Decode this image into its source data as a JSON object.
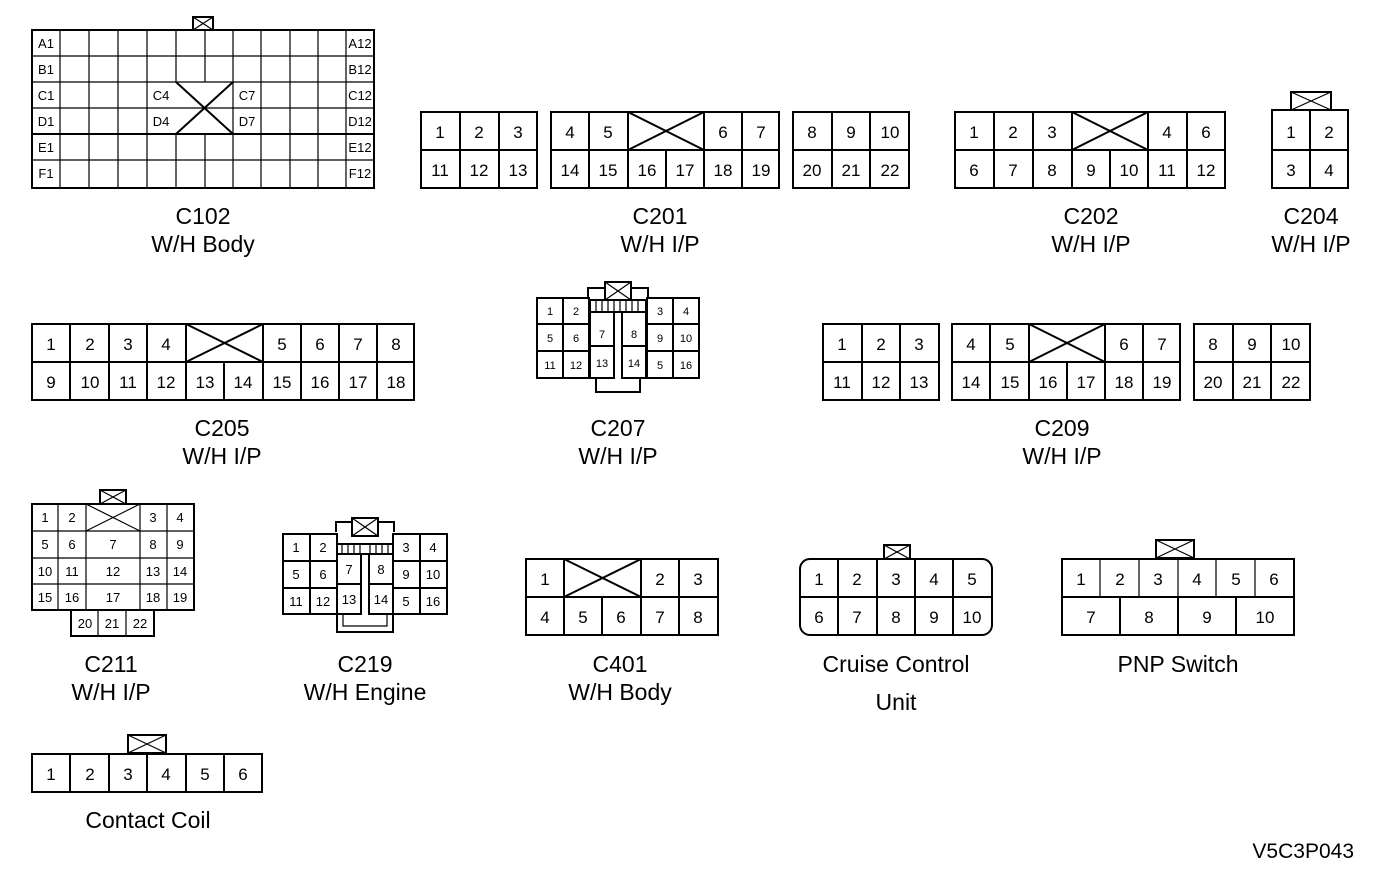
{
  "connectors": {
    "c102": {
      "name": "C102",
      "location": "W/H Body",
      "row_labels_left": [
        "A1",
        "B1",
        "C1",
        "D1",
        "E1",
        "F1"
      ],
      "row_labels_right": [
        "A12",
        "B12",
        "C12",
        "D12",
        "E12",
        "F12"
      ],
      "inner_labels": [
        "C4",
        "D4",
        "C7",
        "D7"
      ]
    },
    "c201": {
      "name": "C201",
      "location": "W/H I/P",
      "top": [
        "1",
        "2",
        "3",
        "4",
        "5",
        "6",
        "7",
        "8",
        "9",
        "10"
      ],
      "bottom": [
        "11",
        "12",
        "13",
        "14",
        "15",
        "16",
        "17",
        "18",
        "19",
        "20",
        "21",
        "22"
      ]
    },
    "c202": {
      "name": "C202",
      "location": "W/H I/P",
      "top": [
        "1",
        "2",
        "3",
        "4",
        "6"
      ],
      "bottom": [
        "6",
        "7",
        "8",
        "9",
        "10",
        "11",
        "12"
      ]
    },
    "c204": {
      "name": "C204",
      "location": "W/H I/P",
      "pins": [
        "1",
        "2",
        "3",
        "4"
      ]
    },
    "c205": {
      "name": "C205",
      "location": "W/H I/P",
      "top": [
        "1",
        "2",
        "3",
        "4",
        "5",
        "6",
        "7",
        "8"
      ],
      "bottom": [
        "9",
        "10",
        "11",
        "12",
        "13",
        "14",
        "15",
        "16",
        "17",
        "18"
      ]
    },
    "c207": {
      "name": "C207",
      "location": "W/H I/P",
      "pins": [
        "1",
        "2",
        "3",
        "4",
        "5",
        "6",
        "7",
        "8",
        "9",
        "10",
        "11",
        "12",
        "13",
        "14",
        "5",
        "16"
      ]
    },
    "c209": {
      "name": "C209",
      "location": "W/H I/P",
      "top": [
        "1",
        "2",
        "3",
        "4",
        "5",
        "6",
        "7",
        "8",
        "9",
        "10"
      ],
      "bottom": [
        "11",
        "12",
        "13",
        "14",
        "15",
        "16",
        "17",
        "18",
        "19",
        "20",
        "21",
        "22"
      ]
    },
    "c211": {
      "name": "C211",
      "location": "W/H I/P",
      "pins": [
        "1",
        "2",
        "3",
        "4",
        "5",
        "6",
        "7",
        "8",
        "9",
        "10",
        "11",
        "12",
        "13",
        "14",
        "15",
        "16",
        "17",
        "18",
        "19",
        "20",
        "21",
        "22"
      ]
    },
    "c219": {
      "name": "C219",
      "location": "W/H Engine",
      "pins": [
        "1",
        "2",
        "3",
        "4",
        "5",
        "6",
        "7",
        "8",
        "9",
        "10",
        "11",
        "12",
        "13",
        "14",
        "5",
        "16"
      ]
    },
    "c401": {
      "name": "C401",
      "location": "W/H Body",
      "top": [
        "1",
        "2",
        "3"
      ],
      "bottom": [
        "4",
        "5",
        "6",
        "7",
        "8"
      ]
    },
    "cruise": {
      "name": "Cruise Control",
      "location": "Unit",
      "top": [
        "1",
        "2",
        "3",
        "4",
        "5"
      ],
      "bottom": [
        "6",
        "7",
        "8",
        "9",
        "10"
      ]
    },
    "pnp": {
      "name": "PNP Switch",
      "top": [
        "1",
        "2",
        "3",
        "4",
        "5",
        "6"
      ],
      "bottom": [
        "7",
        "8",
        "9",
        "10"
      ]
    },
    "contact": {
      "name": "Contact Coil",
      "pins": [
        "1",
        "2",
        "3",
        "4",
        "5",
        "6"
      ]
    }
  },
  "figure_code": "V5C3P043"
}
